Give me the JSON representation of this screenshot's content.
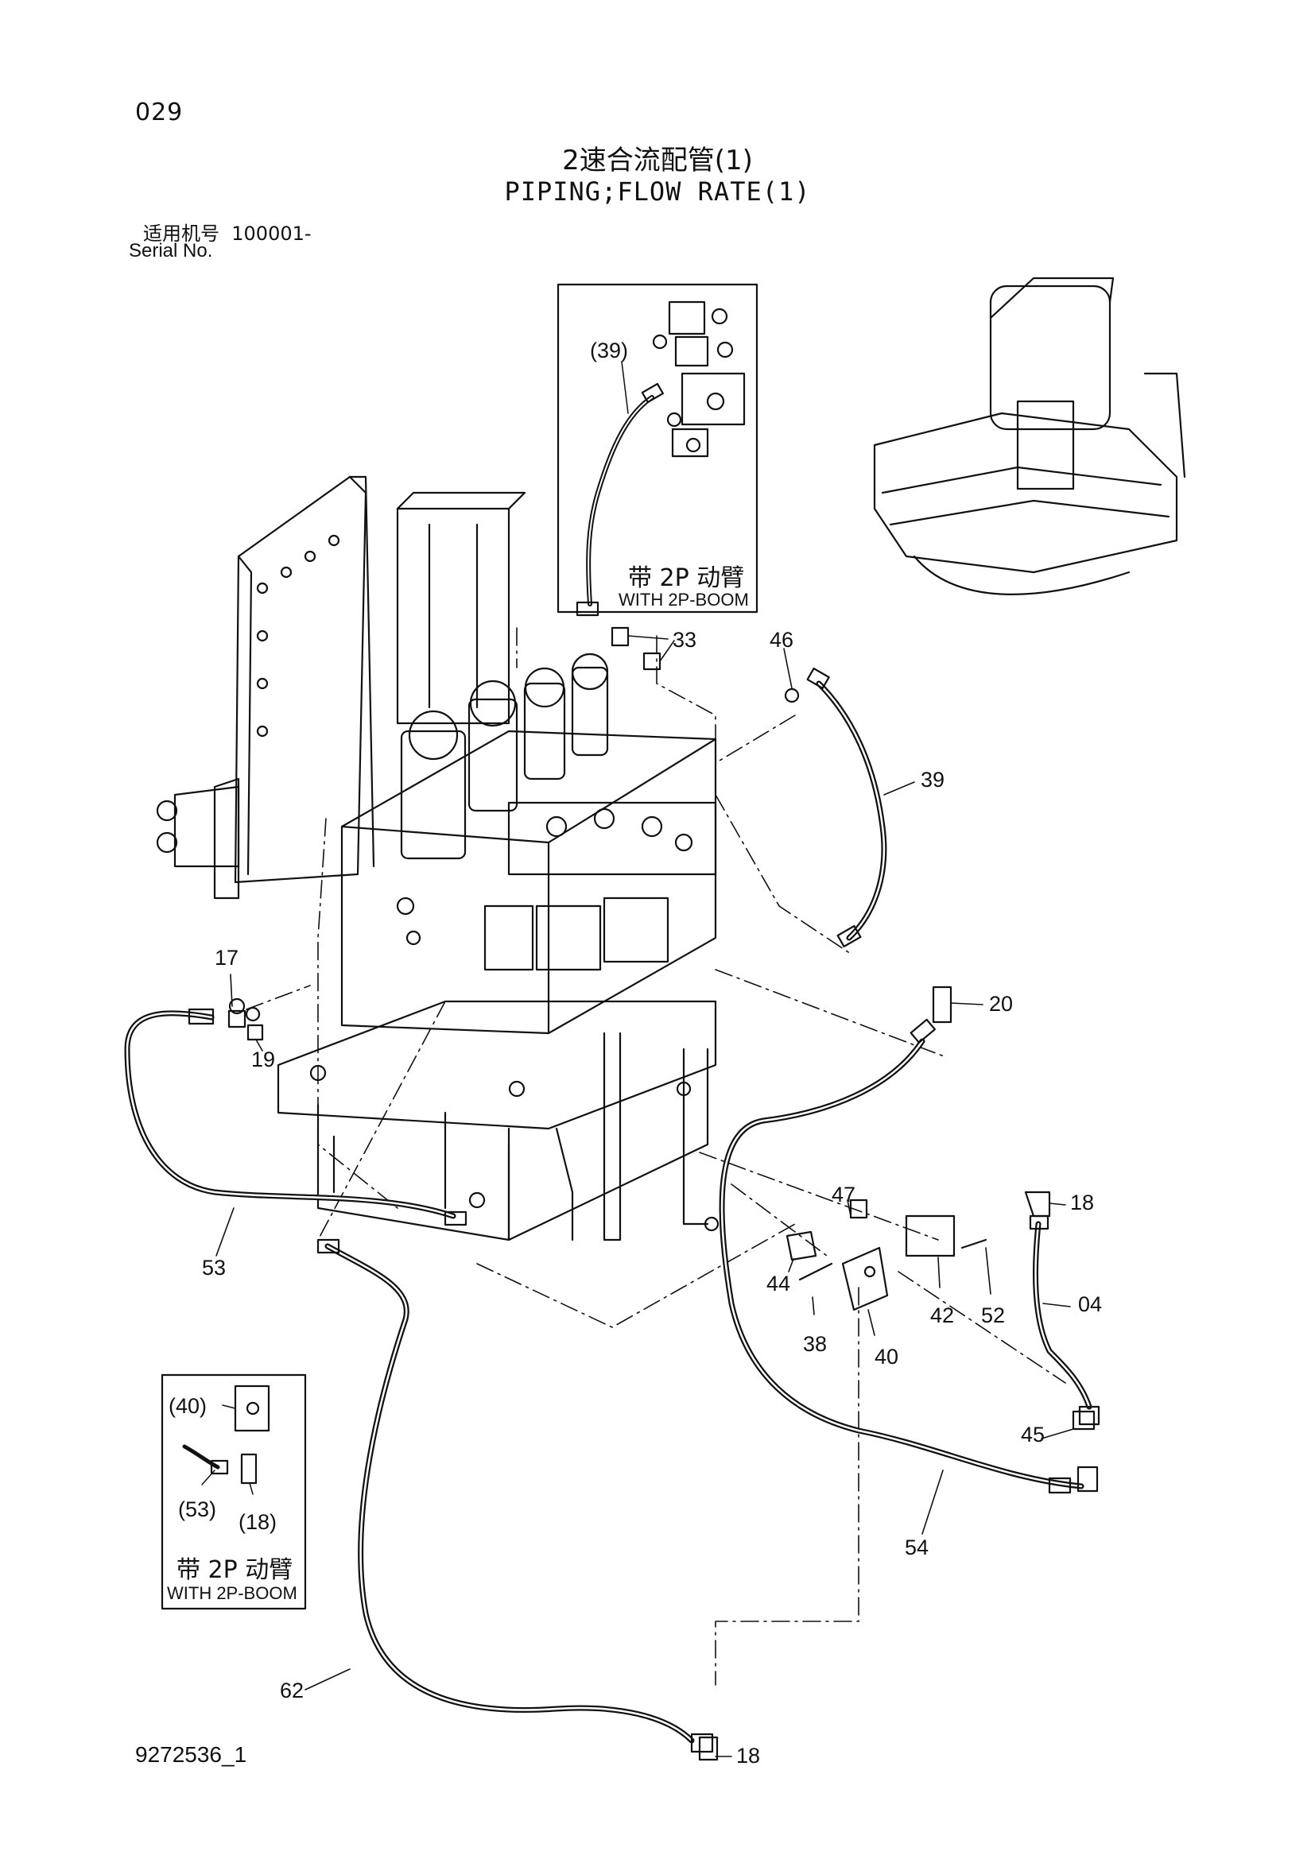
{
  "page": {
    "number": "029",
    "title_cn": "2速合流配管(1)",
    "title_en": "PIPING;FLOW RATE(1)",
    "serial_label_cn": "适用机号",
    "serial_value": "100001-",
    "serial_label_en": "Serial No.",
    "document_number": "9272536_1"
  },
  "insets": {
    "top": {
      "callout": "(39)",
      "note_cn": "带 2P 动臂",
      "note_en": "WITH 2P-BOOM"
    },
    "bottom": {
      "callouts": [
        "(40)",
        "(53)",
        "(18)"
      ],
      "note_cn": "带 2P 动臂",
      "note_en": "WITH 2P-BOOM"
    }
  },
  "callouts": {
    "c33": "33",
    "c46": "46",
    "c39": "39",
    "c17": "17",
    "c19": "19",
    "c20": "20",
    "c18a": "18",
    "c47": "47",
    "c44": "44",
    "c38": "38",
    "c40": "40",
    "c42": "42",
    "c52": "52",
    "c04": "04",
    "c45": "45",
    "c53": "53",
    "c54": "54",
    "c62": "62",
    "c18b": "18"
  },
  "colors": {
    "line": "#111111",
    "background": "#ffffff"
  }
}
